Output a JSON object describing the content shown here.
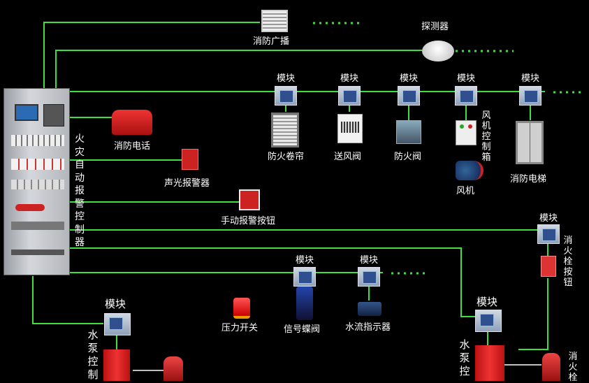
{
  "controller": {
    "label": "火灾自动报警控制器"
  },
  "broadcast": {
    "label": "消防广播"
  },
  "detector": {
    "label": "探测器"
  },
  "module_label": "模块",
  "top_devices": [
    {
      "label": "防火卷帘"
    },
    {
      "label": "送风阀"
    },
    {
      "label": "防火阀"
    },
    {
      "label": "风机控制箱"
    },
    {
      "label": "风机"
    },
    {
      "label": "消防电梯"
    }
  ],
  "left_devices": [
    {
      "label": "消防电话"
    },
    {
      "label": "声光报警器"
    },
    {
      "label": "手动报警按钮"
    }
  ],
  "hydrant_button": {
    "label": "消火栓按钮"
  },
  "bottom_devices": [
    {
      "label": "压力开关"
    },
    {
      "label": "信号蝶阀"
    },
    {
      "label": "水流指示器"
    }
  ],
  "pump_control_left": {
    "label": "水泵控制"
  },
  "pump_control_right": {
    "label": "水泵控"
  },
  "right_partial": {
    "label": "消火栓"
  },
  "colors": {
    "wire": "#3ee03e",
    "background": "#000000",
    "text": "#ffffff"
  }
}
